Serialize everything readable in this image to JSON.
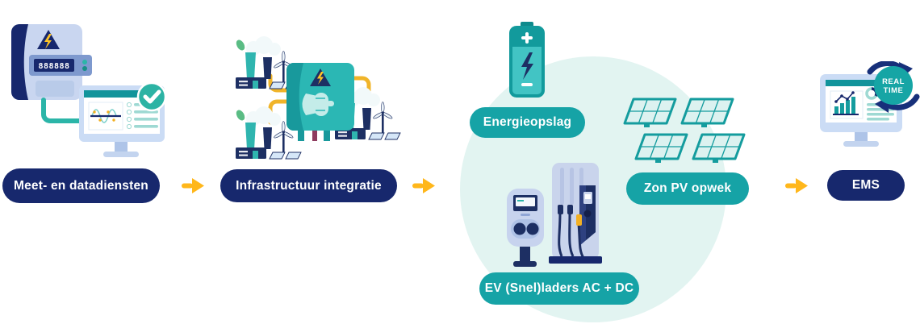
{
  "diagram": {
    "steps": [
      {
        "id": "meet-en-datadiensten",
        "label": "Meet- en datadiensten",
        "pill_color": "#17286D"
      },
      {
        "id": "infrastructuur-integratie",
        "label": "Infrastructuur integratie",
        "pill_color": "#17286D"
      },
      {
        "id": "ems",
        "label": "EMS",
        "pill_color": "#17286D"
      }
    ],
    "cluster": {
      "background_color": "#E2F4F1",
      "items": [
        {
          "id": "energieopslag",
          "label": "Energieopslag",
          "pill_color": "#16A3A6"
        },
        {
          "id": "zon-pv-opwek",
          "label": "Zon PV opwek",
          "pill_color": "#16A3A6"
        },
        {
          "id": "ev-snelladers",
          "label": "EV (Snel)laders AC + DC",
          "pill_color": "#16A3A6"
        }
      ]
    },
    "arrows": {
      "count": 3,
      "direction": "right",
      "color": "#FFB71B"
    },
    "icon_details": {
      "meter_display_value": "888888",
      "realtime_badge": {
        "line1": "REAL",
        "line2": "TIME"
      }
    },
    "icons": [
      "smart-meter-icon",
      "monitor-waveform-icon",
      "check-badge-icon",
      "grid-cabinet-icon",
      "factory-icon",
      "warning-bolt-icon",
      "battery-icon",
      "solar-panels-icon",
      "ev-chargers-icon",
      "dashboard-monitor-icon",
      "realtime-refresh-icon",
      "flow-arrow-icon"
    ],
    "colors": {
      "navy": "#17286D",
      "teal": "#16A3A6",
      "teal_icon": "#2BB7B4",
      "teal_cable": "#2BB5A8",
      "cluster_light": "#E2F4F1",
      "arrow_yellow": "#FFB71B",
      "cable_yellow": "#F0B429",
      "icon_blue": "#C9D6F0",
      "bolt_yellow": "#FFC425"
    }
  }
}
